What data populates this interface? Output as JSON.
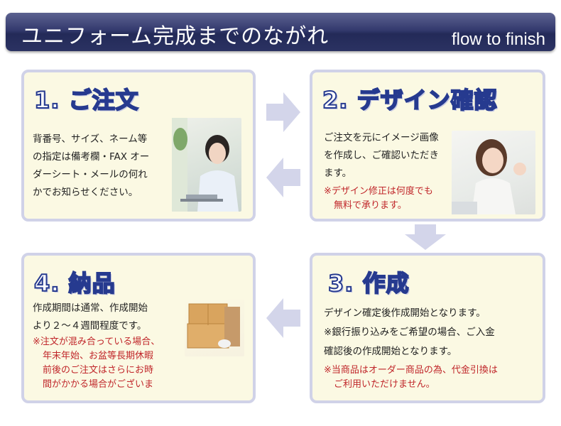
{
  "header": {
    "title": "ユニフォーム完成までのながれ",
    "subtitle": "flow to finish"
  },
  "steps": [
    {
      "title": "1. ご注文",
      "lines": [
        "背番号、サイズ、ネーム等",
        "の指定は備考欄・FAX オー",
        "ダーシート・メールの何れ",
        "かでお知らせください。"
      ]
    },
    {
      "title": "2. デザイン確認",
      "lines": [
        "ご注文を元にイメージ画像",
        "を作成し、ご確認いただき",
        "ます。"
      ],
      "notes": [
        "※デザイン修正は何度でも",
        "無料で承ります。"
      ]
    },
    {
      "title": "3. 作成",
      "lines": [
        "デザイン確定後作成開始となります。",
        "※銀行振り込みをご希望の場合、ご入金",
        "確認後の作成開始となります。"
      ],
      "notes": [
        "※当商品はオーダー商品の為、代金引換は",
        "ご利用いただけません。"
      ]
    },
    {
      "title": "4. 納品",
      "lines": [
        "作成期間は通常、作成開始",
        "より２～４週間程度です。"
      ],
      "notes": [
        "※注文が混み合っている場合、",
        "年末年始、お盆等長期休暇",
        "前後のご注文はさらにお時",
        "間がかかる場合がございま"
      ]
    }
  ],
  "colors": {
    "banner": "#2b3262",
    "card_border": "#d0d2e8",
    "card_bg": "#fbf9e3",
    "title_stroke": "#263a8f",
    "note": "#c0262a",
    "arrow": "#d3d5ea"
  }
}
